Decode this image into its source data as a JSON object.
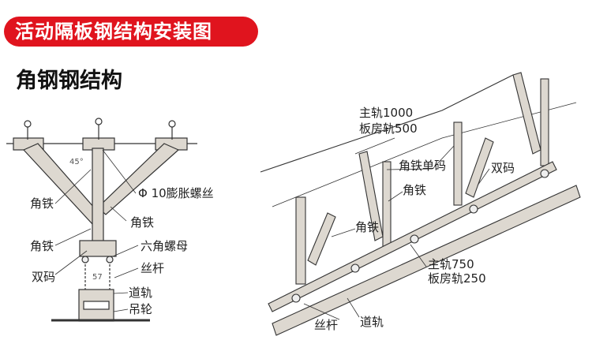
{
  "banner_title": "活动隔板钢结构安装图",
  "subtitle": "角钢钢结构",
  "left_diagram": {
    "angle": "45°",
    "spacing": "57",
    "labels": {
      "expansion_bolt": "Φ 10膨胀螺丝",
      "angle_iron_left": "角铁",
      "angle_iron_right": "角铁",
      "angle_iron_center": "角铁",
      "hex_nut": "六角螺母",
      "double_clamp": "双码",
      "threaded_rod": "丝杆",
      "track": "道轨",
      "hanging_wheel": "吊轮"
    }
  },
  "right_diagram": {
    "labels": {
      "main_rail_1000": "主轨1000",
      "board_rail_500": "板房轨500",
      "single_clamp": "角铁单码",
      "double_clamp": "双码",
      "angle_iron_1": "角铁",
      "angle_iron_2": "角铁",
      "main_rail_750": "主轨750",
      "board_rail_250": "板房轨250",
      "threaded_rod": "丝杆",
      "track": "道轨"
    }
  },
  "colors": {
    "banner": "#e0141e",
    "steel": "#d9d4cc",
    "line": "#333333"
  }
}
